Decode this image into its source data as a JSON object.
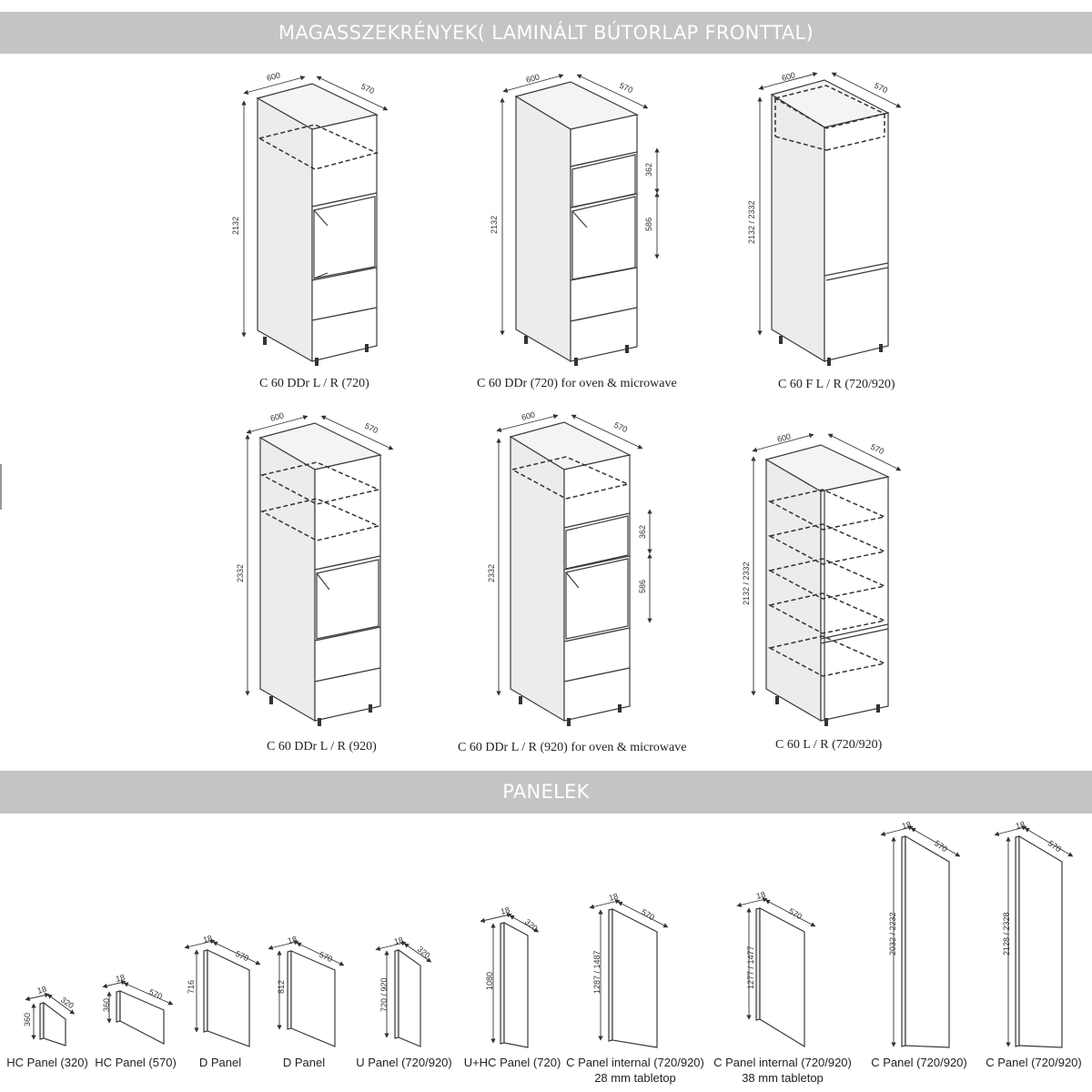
{
  "banners": {
    "top": "MAGASSZEKRÉNYEK( LAMINÁLT BÚTORLAP FRONTTAL)",
    "middle": "PANELEK"
  },
  "cabinets": [
    {
      "caption": "C 60 DDr L / R (720)",
      "width": "600",
      "depth": "570",
      "height": "2132"
    },
    {
      "caption": "C 60 DDr (720) for oven & microwave",
      "width": "600",
      "depth": "570",
      "height": "2132",
      "sub1": "362",
      "sub2": "586"
    },
    {
      "caption": "C 60 F L / R (720/920)",
      "width": "600",
      "depth": "570",
      "height": "2132 / 2332"
    },
    {
      "caption": "C 60 DDr L / R (920)",
      "width": "600",
      "depth": "570",
      "height": "2332"
    },
    {
      "caption": "C 60 DDr L / R (920)",
      "caption_suffix": "for oven & microwave",
      "width": "600",
      "depth": "570",
      "height": "2332",
      "sub1": "362",
      "sub2": "586"
    },
    {
      "caption": "C 60 L / R (720/920)",
      "width": "600",
      "depth": "570",
      "height": "2132 / 2332"
    }
  ],
  "panels": [
    {
      "label": "HC Panel (320)",
      "thickness": "18",
      "depth": "320",
      "height": "360"
    },
    {
      "label": "HC Panel (570)",
      "thickness": "18",
      "depth": "570",
      "height": "360"
    },
    {
      "label": "D Panel",
      "thickness": "18",
      "depth": "570",
      "height": "716"
    },
    {
      "label": "D Panel",
      "thickness": "18",
      "depth": "570",
      "height": "812"
    },
    {
      "label": "U Panel (720/920)",
      "thickness": "18",
      "depth": "320",
      "height": "720 / 920"
    },
    {
      "label": "U+HC Panel (720)",
      "thickness": "18",
      "depth": "320",
      "height": "1080"
    },
    {
      "label": "C Panel internal (720/920)",
      "sub": "28 mm tabletop",
      "thickness": "18",
      "depth": "570",
      "height": "1287 / 1487"
    },
    {
      "label": "C Panel internal (720/920)",
      "sub": "38 mm tabletop",
      "thickness": "18",
      "depth": "570",
      "height": "1277 / 1477"
    },
    {
      "label": "C Panel (720/920)",
      "thickness": "18",
      "depth": "570",
      "height": "2032 / 2232"
    },
    {
      "label": "C Panel (720/920)",
      "thickness": "18",
      "depth": "570",
      "height": "2128 / 2328"
    }
  ]
}
